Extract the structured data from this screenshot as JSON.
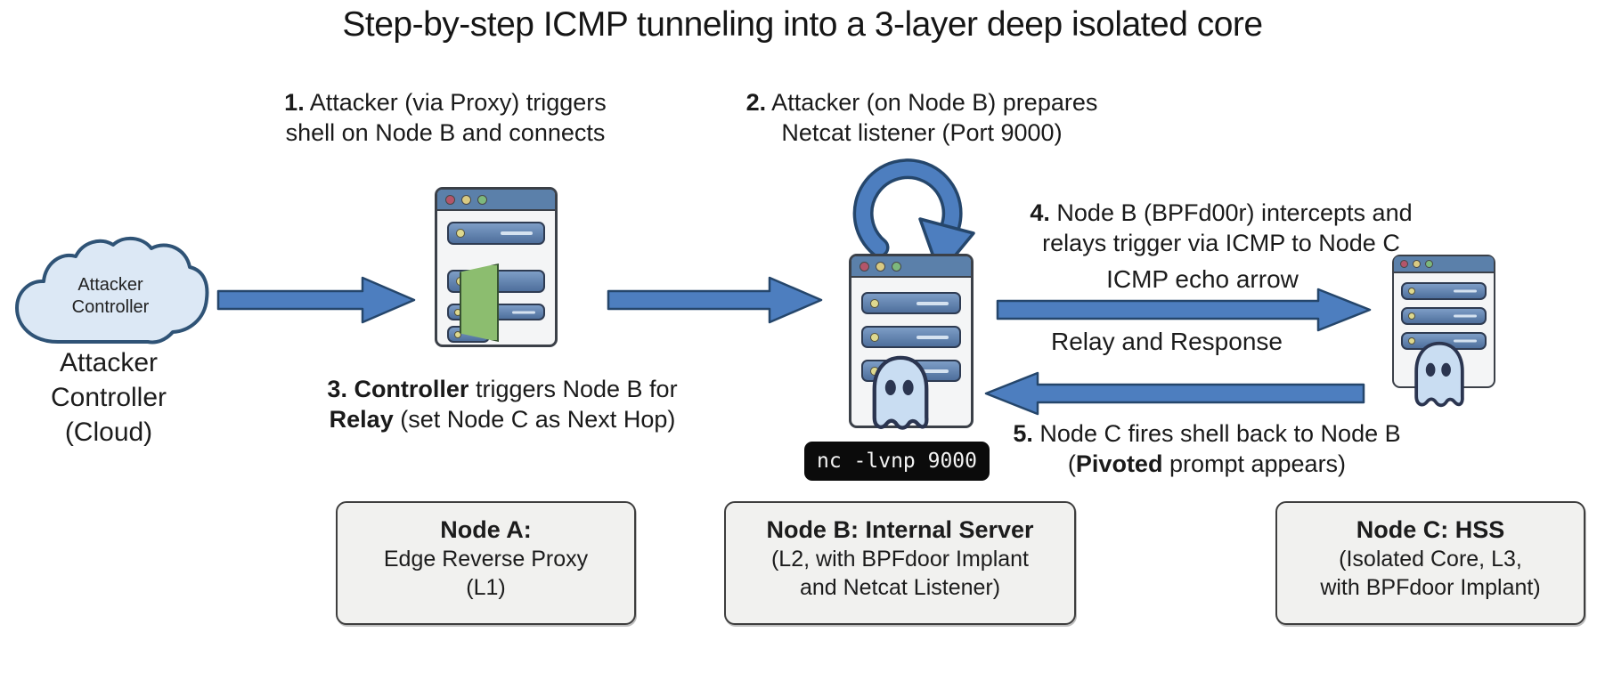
{
  "title": "Step-by-step ICMP tunneling into a 3-layer deep isolated core",
  "steps": {
    "s1": {
      "n": "1.",
      "l1": " Attacker (via Proxy) triggers",
      "l2": "shell on Node B and connects"
    },
    "s2": {
      "n": "2.",
      "l1": " Attacker (on Node B) prepares",
      "l2": "Netcat listener (Port 9000)"
    },
    "s3": {
      "b1": "3. Controller",
      "r1": " triggers Node B for",
      "b2": "Relay",
      "r2": " (set Node C as Next Hop)"
    },
    "s4": {
      "n": "4.",
      "l1": " Node B (BPFd00r) intercepts and",
      "l2": "relays trigger via ICMP to Node C"
    },
    "s5": {
      "n": "5.",
      "l1": " Node C fires shell back to Node B",
      "p2": "(",
      "b2": "Pivoted",
      "r2": " prompt appears)"
    }
  },
  "cloud": {
    "label": [
      "Attacker",
      "Controller"
    ],
    "caption": [
      "Attacker",
      "Controller",
      "(Cloud)"
    ]
  },
  "labels": {
    "icmp_echo": "ICMP echo arrow",
    "relay_response": "Relay and Response"
  },
  "code": {
    "netcat": "nc -lvnp 9000"
  },
  "nodes": {
    "a": {
      "title": "Node A:",
      "line1": "Edge Reverse Proxy",
      "line2": "(L1)"
    },
    "b": {
      "title": "Node B: Internal Server",
      "line1": "(L2, with BPFdoor Implant",
      "line2": "and Netcat Listener)"
    },
    "c": {
      "title": "Node C: HSS",
      "line1": "(Isolated Core, L3,",
      "line2": "with BPFdoor Implant)"
    }
  },
  "colors": {
    "arrow_fill": "#4d7ebf",
    "arrow_border": "#25466b",
    "window_titlebar": "#5b80aa",
    "server_bar": "#5f7fa8",
    "ghost_fill": "#c9ddf2",
    "ghost_outline": "#2b3550",
    "door_green": "#8cbd6f",
    "cloud_fill": "#dce8f5",
    "cloud_border": "#2f5376",
    "node_box_fill": "#f1f1ef",
    "code_bg": "#0b0b0b"
  }
}
